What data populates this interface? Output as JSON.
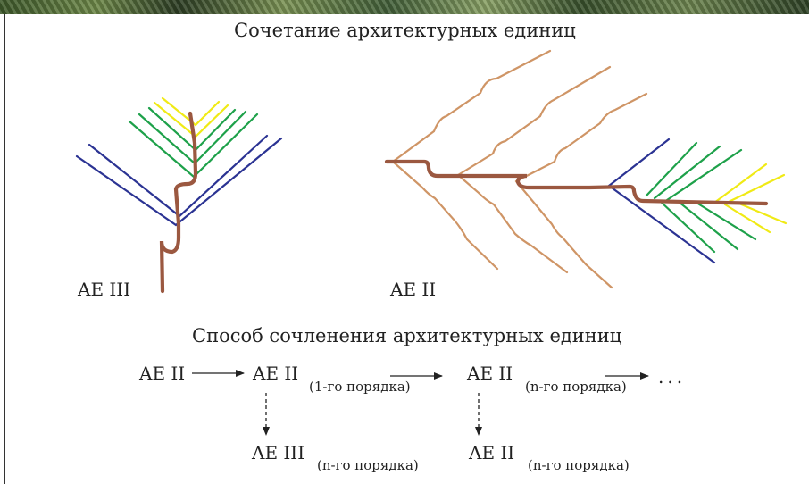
{
  "heading_top": "Сочетание архитектурных единиц",
  "label_left_tree": "AE III",
  "label_right_tree": "AE II",
  "heading_bottom": "Способ сочленения архитектурных единиц",
  "scheme": {
    "n1": "AE II",
    "n2_main": "AE II",
    "n2_sub": "(1-го порядка)",
    "n3_main": "AE II",
    "n3_sub": "(n-го порядка)",
    "ellipsis": "...",
    "n4_main": "AE III",
    "n4_sub": "(n-го порядка)",
    "n5_main": "AE II",
    "n5_sub": "(n-го порядка)"
  },
  "colors": {
    "axis": "#9b5840",
    "branch": "#cf9566",
    "navy": "#2b3393",
    "green": "#1ea14a",
    "yellow": "#f0ea15"
  }
}
